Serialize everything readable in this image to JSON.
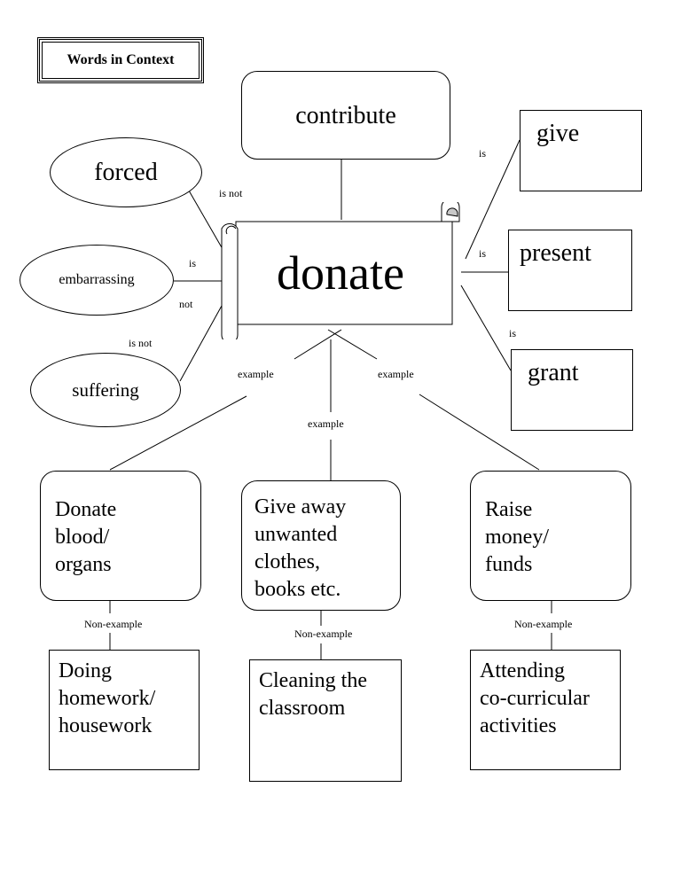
{
  "title": "Words in Context",
  "center_word": "donate",
  "synonym_top": "contribute",
  "right_words": [
    "give",
    "present",
    "grant"
  ],
  "left_words": [
    "forced",
    "embarrassing",
    "suffering"
  ],
  "relation_labels": {
    "is": "is",
    "is_not": "is not",
    "not": "not"
  },
  "example_label": "example",
  "non_example_label": "Non-example",
  "examples": [
    [
      "Donate",
      "blood/",
      "organs"
    ],
    [
      "Give away",
      "unwanted",
      "clothes,",
      "books etc."
    ],
    [
      "Raise",
      "money/",
      "funds"
    ]
  ],
  "non_examples": [
    [
      "Doing",
      "homework/",
      "housework"
    ],
    [
      "Cleaning the",
      "classroom"
    ],
    [
      "Attending",
      "co-curricular",
      "activities"
    ]
  ]
}
